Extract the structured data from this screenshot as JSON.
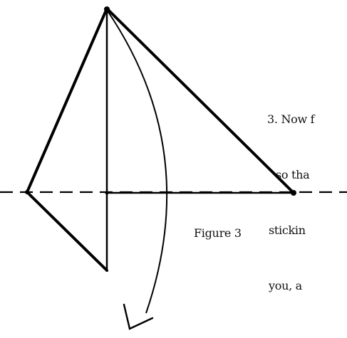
{
  "instruction": {
    "lines": [
      "3. Now f",
      "so tha",
      "stickin",
      "you, a"
    ]
  },
  "figure": {
    "caption": "Figure 3"
  },
  "colors": {
    "ink": "#000000",
    "background": "#ffffff"
  }
}
